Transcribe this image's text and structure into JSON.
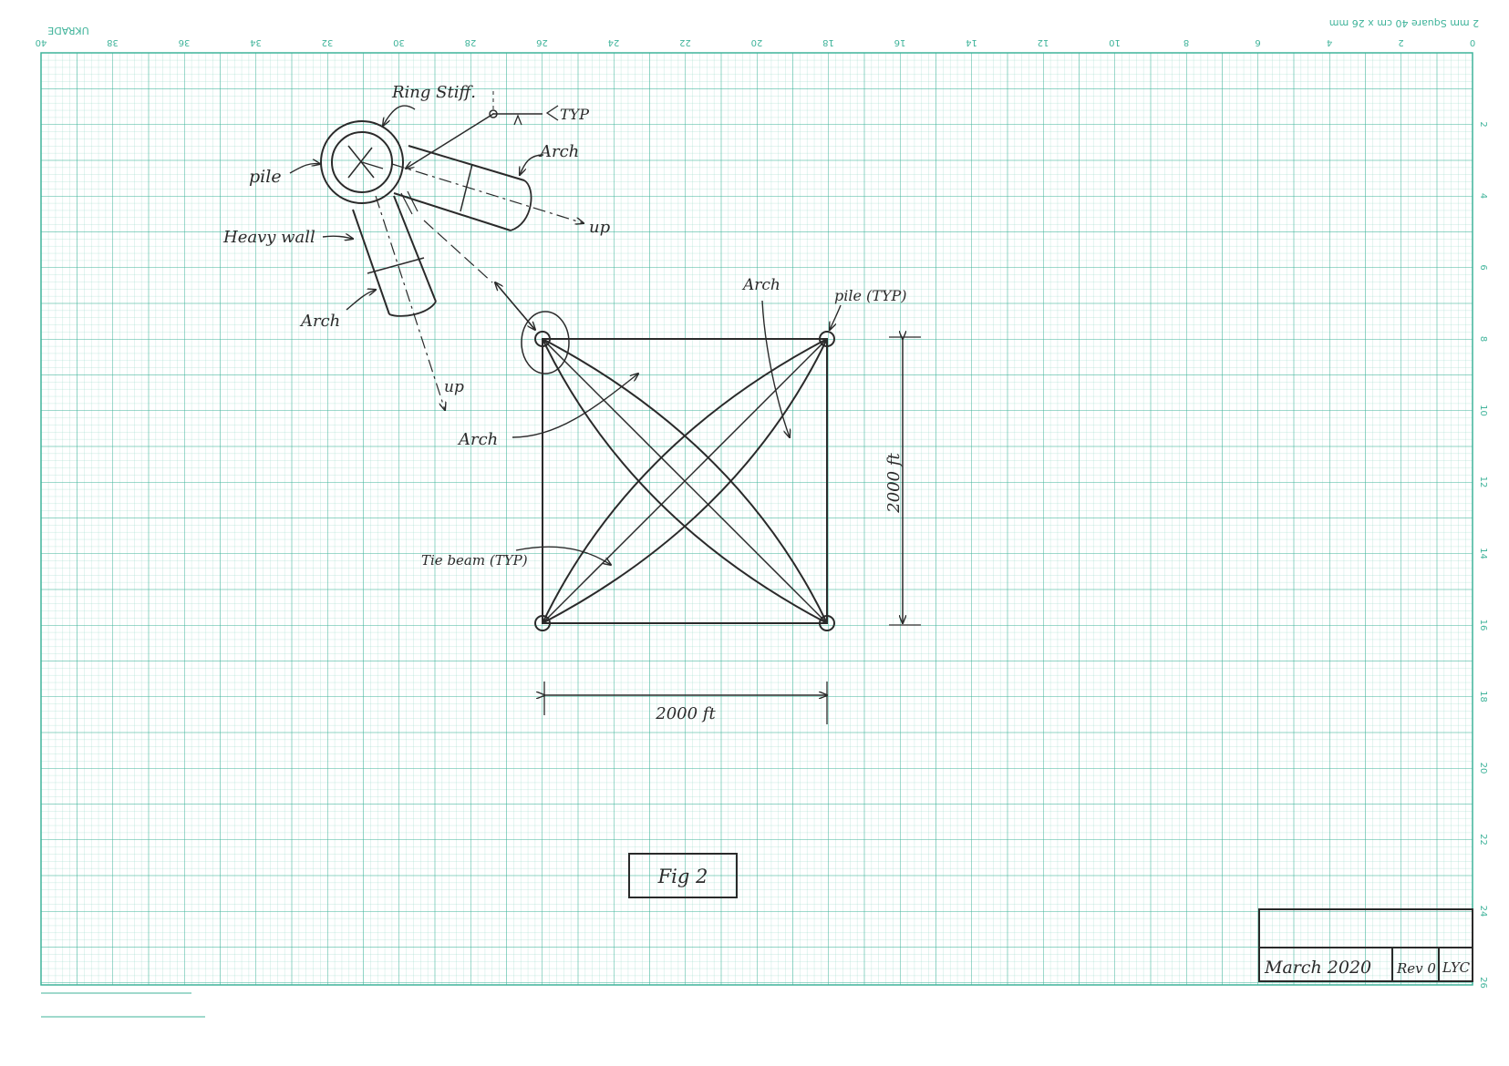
{
  "paper": {
    "header_text": "2 mm Square 40 cm x 26 mm",
    "brand": "UKRADE",
    "top_ticks": [
      "40",
      "38",
      "36",
      "34",
      "32",
      "30",
      "28",
      "26",
      "24",
      "22",
      "20",
      "18",
      "16",
      "14",
      "12",
      "10",
      "8",
      "6",
      "4",
      "2",
      "0"
    ],
    "side_ticks": [
      "2",
      "4",
      "6",
      "8",
      "10",
      "12",
      "14",
      "16",
      "18",
      "20",
      "22",
      "24",
      "26"
    ]
  },
  "colors": {
    "grid": "#3fb39a",
    "ink": "#2a2a2a"
  },
  "labels": {
    "ring_stiff": "Ring Stiff.",
    "typ_marker": "TYP",
    "arch_upper": "Arch",
    "pile": "pile",
    "heavy_wall": "Heavy wall",
    "arch_lower": "Arch",
    "up_right": "up",
    "up_down": "up",
    "arch_plan_top": "Arch",
    "pile_typ": "pile (TYP)",
    "arch_plan_left": "Arch",
    "tie_beam": "Tie beam (TYP)",
    "dim_vertical": "2000 ft",
    "dim_horizontal": "2000 ft",
    "figure_title": "Fig 2"
  },
  "title_block": {
    "date": "March 2020",
    "revision": "Rev 0",
    "initials": "LYC"
  }
}
